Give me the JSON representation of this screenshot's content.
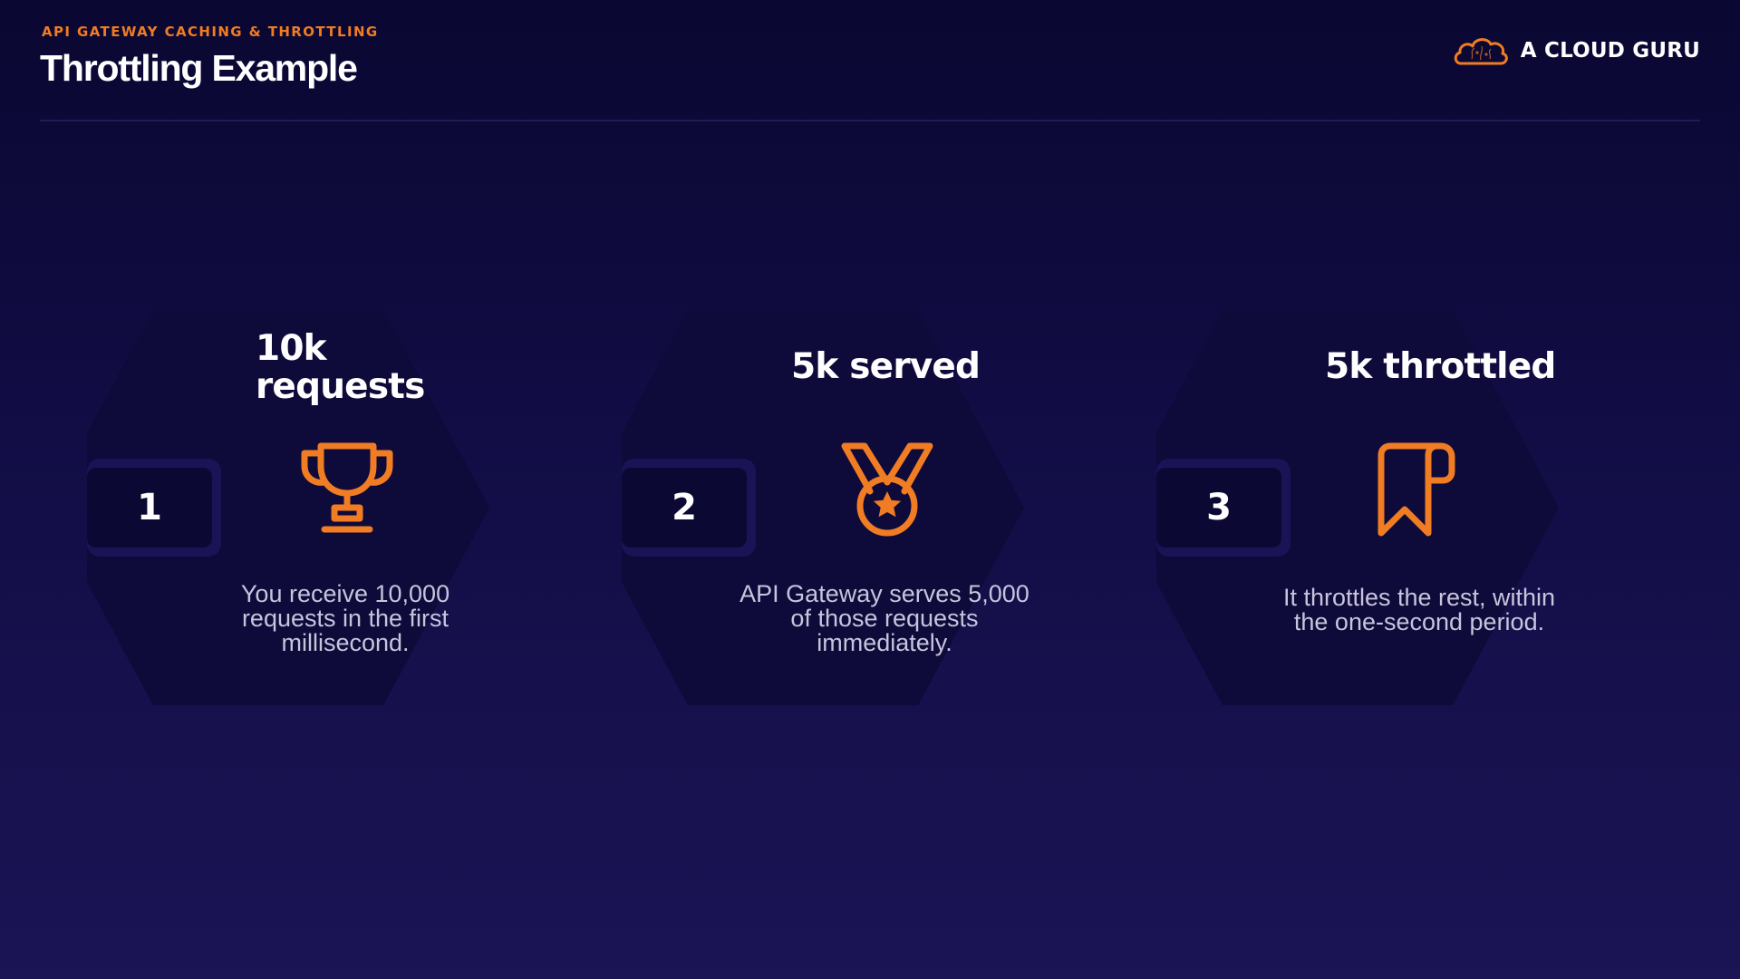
{
  "header": {
    "kicker": "API GATEWAY CACHING & THROTTLING",
    "title": "Throttling Example",
    "logo_text": "A CLOUD GURU"
  },
  "colors": {
    "accent": "#f07c23",
    "background_top": "#0a0732",
    "background_bottom": "#1b1455",
    "hexagon": "#0e0a3a"
  },
  "steps": [
    {
      "number": "1",
      "heading_line1": "10k",
      "heading_line2": "requests",
      "icon": "trophy-icon",
      "description": "You receive 10,000 requests in the first millisecond."
    },
    {
      "number": "2",
      "heading": "5k served",
      "icon": "medal-icon",
      "description": "API Gateway serves 5,000 of those requests immediately."
    },
    {
      "number": "3",
      "heading": "5k throttled",
      "icon": "bookmark-icon",
      "description": "It throttles the rest, within the one-second period."
    }
  ]
}
